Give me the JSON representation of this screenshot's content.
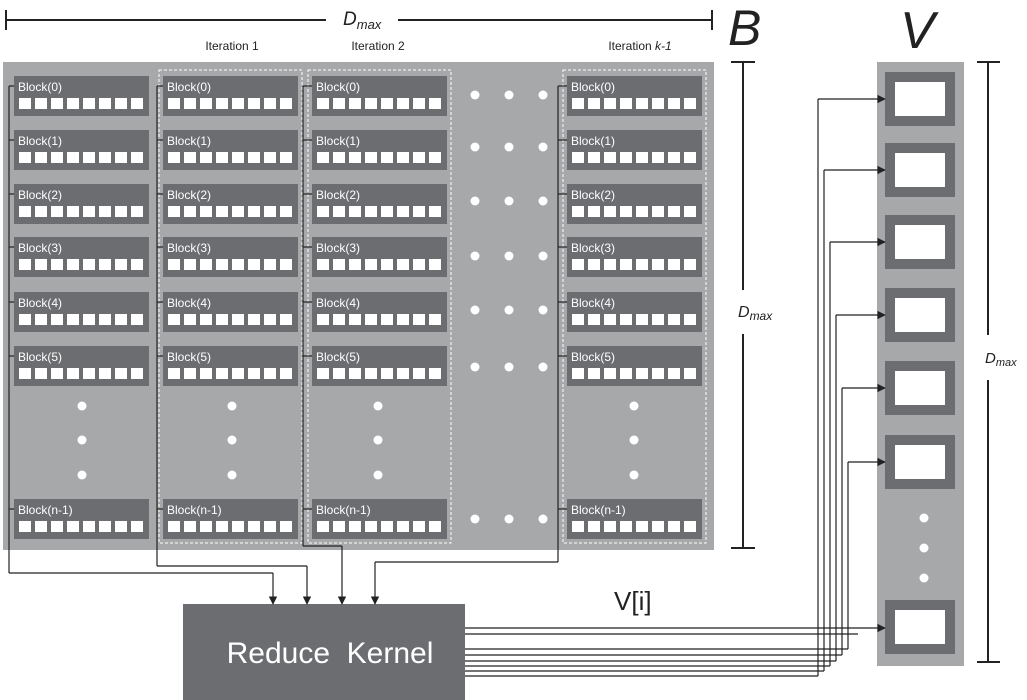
{
  "top_dimension": {
    "symbol": "D",
    "subscript": "max"
  },
  "matrix_label": "B",
  "vector_label": "V",
  "right_dimension_b": {
    "symbol": "D",
    "subscript": "max"
  },
  "right_dimension_v": {
    "symbol": "D",
    "subscript": "max"
  },
  "columns": [
    {
      "header": "",
      "boxed": false
    },
    {
      "header": "Iteration 1",
      "boxed": true
    },
    {
      "header": "Iteration 2",
      "boxed": true
    },
    {
      "header_prefix": "Iteration ",
      "header_italic": "k-1",
      "boxed": true
    }
  ],
  "blocks": [
    "Block(0)",
    "Block(1)",
    "Block(2)",
    "Block(3)",
    "Block(4)",
    "Block(5)",
    "Block(n-1)"
  ],
  "cells_per_block": 8,
  "vector_slots": 7,
  "kernel_label": "Reduce  Kernel",
  "output_label": "V[i]",
  "colors": {
    "matrix_bg": "#a6a8aa",
    "block_bg": "#6b6d70",
    "kernel_bg": "#6b6d70",
    "vector_bg": "#a6a8aa",
    "vector_frame": "#6b6d70",
    "line": "#222222",
    "dot": "#ffffff"
  }
}
